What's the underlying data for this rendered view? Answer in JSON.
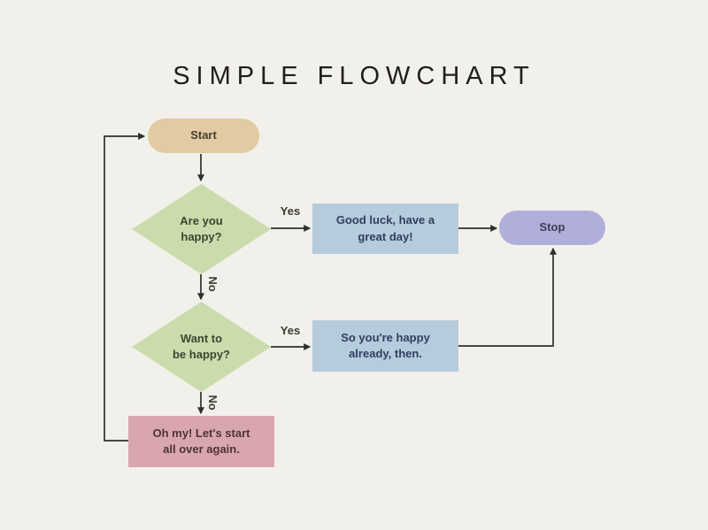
{
  "title": {
    "text": "SIMPLE FLOWCHART"
  },
  "colors": {
    "background": "#f2f0ea",
    "title_text": "#211f1a",
    "line": "#2f2f2b",
    "edge_label_text": "#3a3a33"
  },
  "nodes": {
    "start": {
      "type": "terminator",
      "label": "Start",
      "fill": "#e2cba3",
      "text_color": "#463d2e"
    },
    "q1": {
      "type": "decision",
      "label": "Are you\nhappy?",
      "fill": "#cadcac",
      "text_color": "#3a4630"
    },
    "good_luck": {
      "type": "process",
      "label": "Good luck, have a\ngreat day!",
      "fill": "#b6cbdc",
      "text_color": "#2f3f5e"
    },
    "stop": {
      "type": "terminator",
      "label": "Stop",
      "fill": "#b0afdc",
      "text_color": "#3c3d56"
    },
    "q2": {
      "type": "decision",
      "label": "Want to\nbe happy?",
      "fill": "#cadcac",
      "text_color": "#3a4630"
    },
    "already_happy": {
      "type": "process",
      "label": "So you're happy\nalready, then.",
      "fill": "#b6cbdc",
      "text_color": "#2f3f5e"
    },
    "oh_my": {
      "type": "process",
      "label": "Oh my! Let's start\nall over again.",
      "fill": "#d9a6ae",
      "text_color": "#4f3239"
    }
  },
  "edges": {
    "q1_yes": {
      "label": "Yes",
      "from": "q1",
      "to": "good_luck"
    },
    "q1_no": {
      "label": "No",
      "from": "q1",
      "to": "q2"
    },
    "q2_yes": {
      "label": "Yes",
      "from": "q2",
      "to": "already_happy"
    },
    "q2_no": {
      "label": "No",
      "from": "q2",
      "to": "oh_my"
    }
  }
}
